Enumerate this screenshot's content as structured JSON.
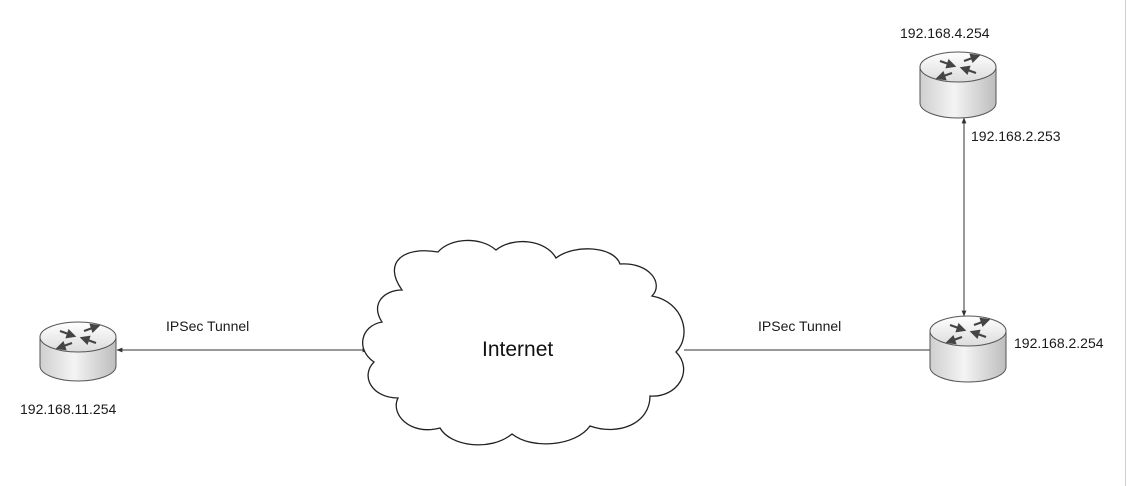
{
  "diagram": {
    "cloud_label": "Internet",
    "tunnel_left_label": "IPSec Tunnel",
    "tunnel_right_label": "IPSec Tunnel",
    "router_left_ip": "192.168.11.254",
    "router_right_ip": "192.168.2.254",
    "router_top_ip": "192.168.4.254",
    "router_top_link_ip": "192.168.2.253"
  },
  "colors": {
    "line": "#333333",
    "router_body": "#e6e6e6",
    "router_top": "#f2f2f2",
    "router_arrow": "#444444",
    "cloud_fill": "#ffffff",
    "cloud_stroke": "#222222"
  }
}
